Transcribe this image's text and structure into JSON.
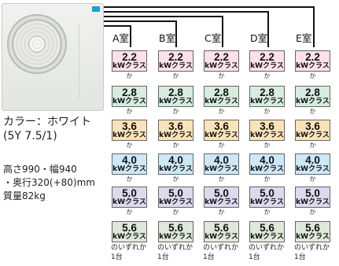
{
  "outdoor_unit": {
    "color_label": "カラー：ホワイト",
    "color_code": "(5Y 7.5/1)",
    "dim_height_width": "高さ990・幅940",
    "dim_depth": "・奥行320(+80)mm",
    "weight": "質量82kg",
    "body_color": "#e8eae6",
    "badge_color": "#19a0d6"
  },
  "rooms": [
    {
      "label": "A室"
    },
    {
      "label": "B室"
    },
    {
      "label": "C室"
    },
    {
      "label": "D室"
    },
    {
      "label": "E室"
    }
  ],
  "capacity_classes": [
    {
      "value": "2.2",
      "unit": "kWクラス",
      "color": "#fce0ea"
    },
    {
      "value": "2.8",
      "unit": "kWクラス",
      "color": "#d6ecdf"
    },
    {
      "value": "3.6",
      "unit": "kWクラス",
      "color": "#fbe3b8"
    },
    {
      "value": "4.0",
      "unit": "kWクラス",
      "color": "#cde8f6"
    },
    {
      "value": "5.0",
      "unit": "kWクラス",
      "color": "#ddd9ee"
    },
    {
      "value": "5.6",
      "unit": "kWクラス",
      "color": "#dfe9da"
    }
  ],
  "connector_word": "か",
  "footer_line1": "のいずれか",
  "footer_line2": "1台"
}
